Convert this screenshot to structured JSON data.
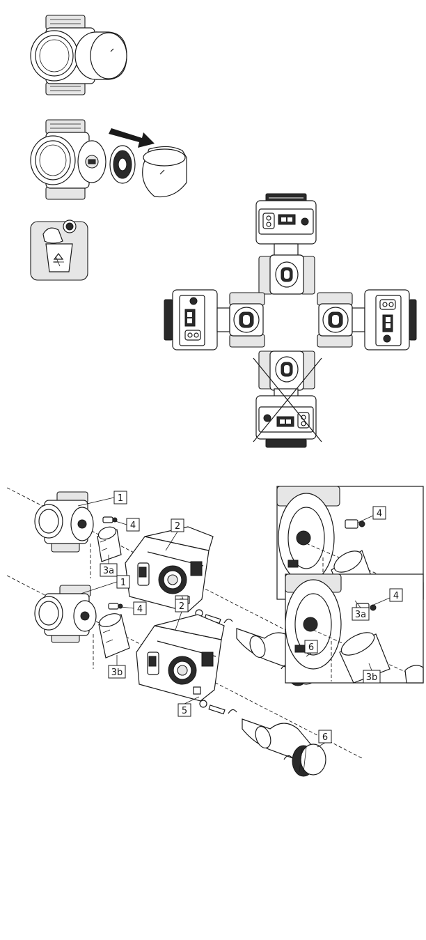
{
  "labels": {
    "valve": "1",
    "actuator": "2",
    "adapter_a": "3a",
    "adapter_b": "3b",
    "spindle_screw": "4",
    "knob_screw": "5",
    "knob": "6"
  }
}
